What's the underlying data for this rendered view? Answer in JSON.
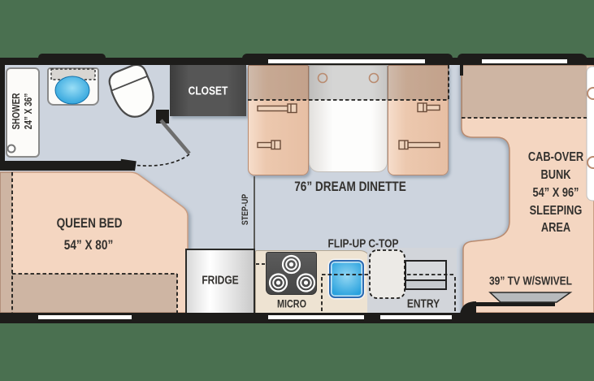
{
  "labels": {
    "shower_line1": "SHOWER",
    "shower_line2": "24” X 36”",
    "closet": "CLOSET",
    "dinette": "76” DREAM DINETTE",
    "step_up": "STEP-UP",
    "queen_bed_line1": "QUEEN BED",
    "queen_bed_line2": "54” X 80”",
    "fridge": "FRIDGE",
    "micro": "MICRO",
    "flip_up": "FLIP-UP C-TOP",
    "entry": "ENTRY",
    "tv": "39” TV W/SWIVEL",
    "cab_line1": "CAB-OVER",
    "cab_line2": "BUNK",
    "cab_line3": "54” X 96”",
    "cab_line4": "SLEEPING",
    "cab_line5": "AREA"
  },
  "colors": {
    "background": "#4a7050",
    "floor": "#cdd4de",
    "furniture_tan": "#f4d6c1",
    "wall": "#1d1c1a",
    "sink_blue": "#2aa2de"
  }
}
